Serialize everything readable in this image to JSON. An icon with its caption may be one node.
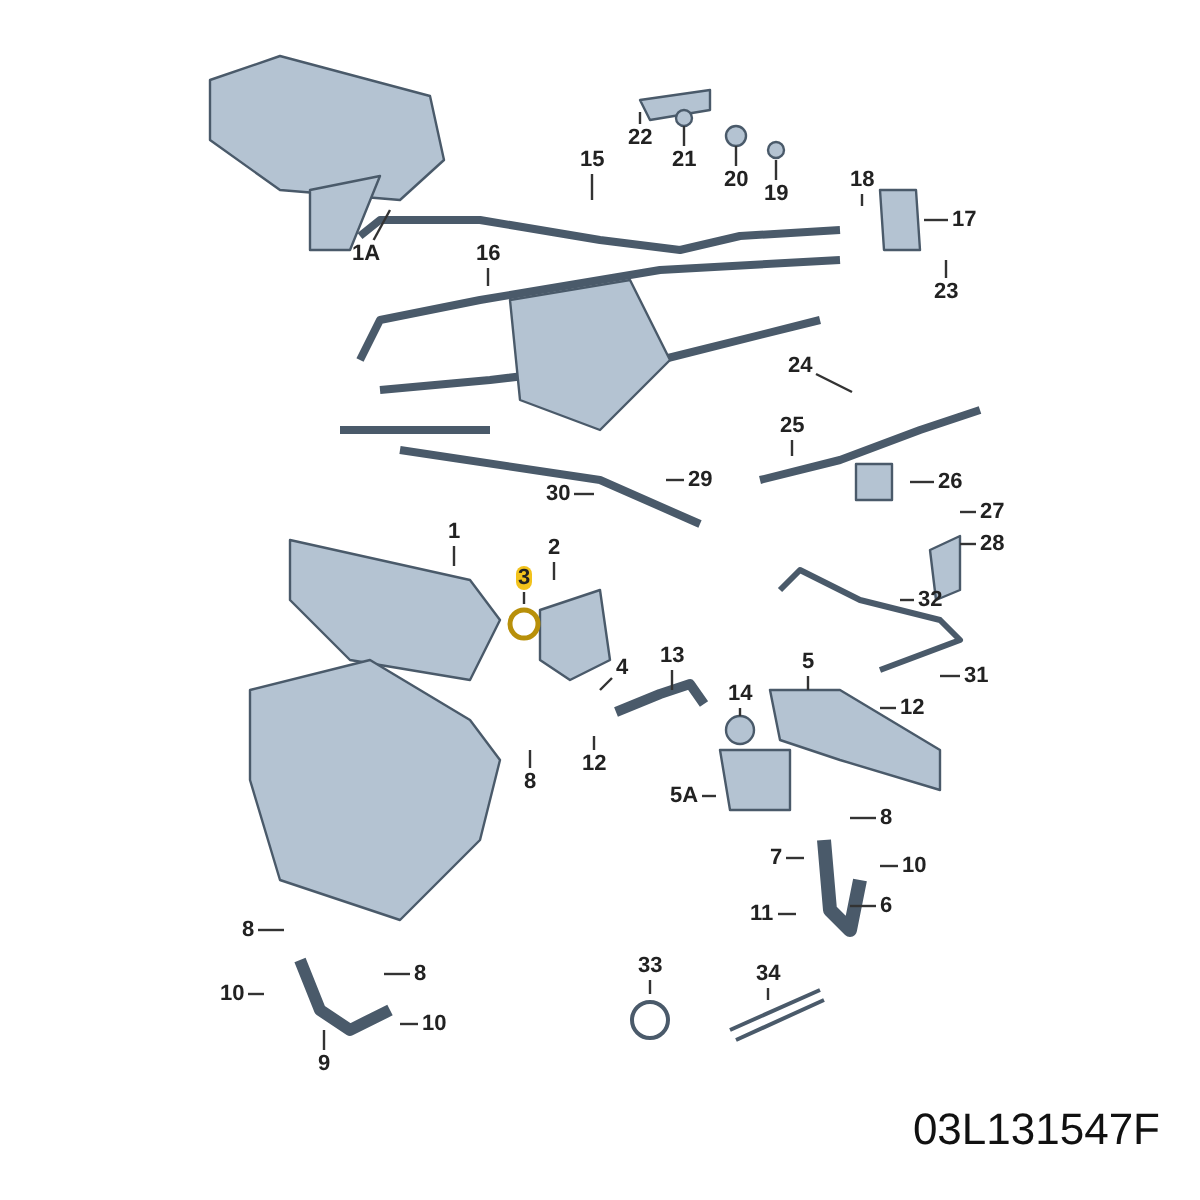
{
  "diagram": {
    "nodes": [
      {
        "text": [
          "1A"
        ]
      },
      {
        "text": [
          "15"
        ]
      },
      {
        "text": [
          "16"
        ]
      },
      {
        "text": [
          "22"
        ]
      },
      {
        "text": [
          "21"
        ]
      },
      {
        "text": [
          "20"
        ]
      },
      {
        "text": [
          "19"
        ]
      },
      {
        "text": [
          "18"
        ]
      },
      {
        "text": [
          "17"
        ]
      },
      {
        "text": [
          "23"
        ]
      },
      {
        "text": [
          "24"
        ]
      },
      {
        "text": [
          "25"
        ]
      },
      {
        "text": [
          "26"
        ]
      },
      {
        "text": [
          "27"
        ]
      },
      {
        "text": [
          "28"
        ]
      },
      {
        "text": [
          "29"
        ]
      },
      {
        "text": [
          "30"
        ]
      },
      {
        "text": [
          "1"
        ]
      },
      {
        "text": [
          "2"
        ]
      },
      {
        "text": [
          "3"
        ]
      },
      {
        "text": [
          "32"
        ]
      },
      {
        "text": [
          "31"
        ]
      },
      {
        "text": [
          "4"
        ]
      },
      {
        "text": [
          "13"
        ]
      },
      {
        "text": [
          "14"
        ]
      },
      {
        "text": [
          "5"
        ]
      },
      {
        "text": [
          "12"
        ]
      },
      {
        "text": [
          "12"
        ]
      },
      {
        "text": [
          "8"
        ]
      },
      {
        "text": [
          "5A"
        ]
      },
      {
        "text": [
          "8"
        ]
      },
      {
        "text": [
          "7"
        ]
      },
      {
        "text": [
          "10"
        ]
      },
      {
        "text": [
          "11"
        ]
      },
      {
        "text": [
          "6"
        ]
      },
      {
        "text": [
          "8"
        ]
      },
      {
        "text": [
          "8"
        ]
      },
      {
        "text": [
          "10"
        ]
      },
      {
        "text": [
          "10"
        ]
      },
      {
        "text": [
          "9"
        ]
      },
      {
        "text": [
          "33"
        ]
      },
      {
        "text": [
          "34"
        ]
      }
    ],
    "edges": [
      {
        "from": 0,
        "to": null,
        "arrow": "none"
      },
      {
        "from": 1,
        "to": null,
        "arrow": "none"
      },
      {
        "from": 2,
        "to": null,
        "arrow": "none"
      },
      {
        "from": 3,
        "to": null,
        "arrow": "none"
      },
      {
        "from": 4,
        "to": null,
        "arrow": "none"
      },
      {
        "from": 5,
        "to": null,
        "arrow": "none"
      },
      {
        "from": 6,
        "to": null,
        "arrow": "none"
      },
      {
        "from": 7,
        "to": null,
        "arrow": "none"
      },
      {
        "from": 8,
        "to": null,
        "arrow": "none"
      },
      {
        "from": 9,
        "to": null,
        "arrow": "none"
      },
      {
        "from": 10,
        "to": null,
        "arrow": "none"
      },
      {
        "from": 11,
        "to": null,
        "arrow": "none"
      },
      {
        "from": 12,
        "to": null,
        "arrow": "none"
      },
      {
        "from": 13,
        "to": null,
        "arrow": "none"
      },
      {
        "from": 14,
        "to": null,
        "arrow": "none"
      },
      {
        "from": 15,
        "to": null,
        "arrow": "none"
      },
      {
        "from": 16,
        "to": null,
        "arrow": "none"
      },
      {
        "from": 17,
        "to": null,
        "arrow": "none"
      },
      {
        "from": 18,
        "to": null,
        "arrow": "none"
      },
      {
        "from": 19,
        "to": null,
        "arrow": "none"
      },
      {
        "from": 20,
        "to": null,
        "arrow": "none"
      },
      {
        "from": 21,
        "to": null,
        "arrow": "none"
      },
      {
        "from": 22,
        "to": null,
        "arrow": "none"
      },
      {
        "from": 23,
        "to": null,
        "arrow": "none"
      },
      {
        "from": 24,
        "to": null,
        "arrow": "none"
      },
      {
        "from": 25,
        "to": null,
        "arrow": "none"
      },
      {
        "from": 26,
        "to": null,
        "arrow": "none"
      },
      {
        "from": 27,
        "to": null,
        "arrow": "none"
      },
      {
        "from": 28,
        "to": null,
        "arrow": "none"
      },
      {
        "from": 29,
        "to": null,
        "arrow": "none"
      },
      {
        "from": 30,
        "to": null,
        "arrow": "none"
      },
      {
        "from": 31,
        "to": null,
        "arrow": "none"
      },
      {
        "from": 32,
        "to": null,
        "arrow": "none"
      },
      {
        "from": 33,
        "to": null,
        "arrow": "none"
      },
      {
        "from": 34,
        "to": null,
        "arrow": "none"
      },
      {
        "from": 35,
        "to": null,
        "arrow": "none"
      },
      {
        "from": 36,
        "to": null,
        "arrow": "none"
      },
      {
        "from": 37,
        "to": null,
        "arrow": "none"
      },
      {
        "from": 38,
        "to": null,
        "arrow": "none"
      },
      {
        "from": 39,
        "to": null,
        "arrow": "none"
      },
      {
        "from": 40,
        "to": null,
        "arrow": "none"
      },
      {
        "from": 41,
        "to": null,
        "arrow": "none"
      }
    ],
    "labels": [
      "03L131547F"
    ]
  }
}
